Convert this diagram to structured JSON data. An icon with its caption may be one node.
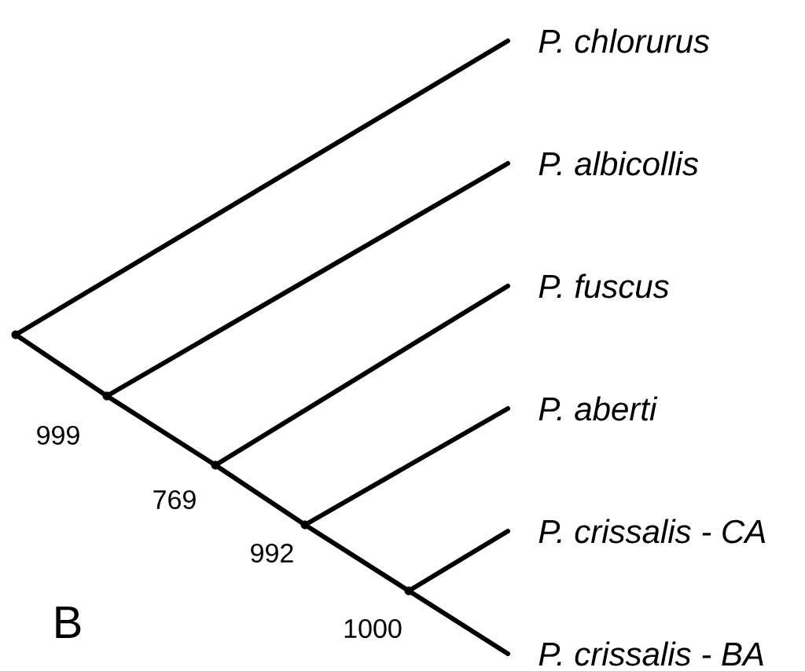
{
  "diagram": {
    "nodes": [
      {
        "text": [
          "P. chlorurus"
        ]
      },
      {
        "text": [
          "P. albicollis"
        ]
      },
      {
        "text": [
          "P. fuscus"
        ]
      },
      {
        "text": [
          "P. aberti"
        ]
      },
      {
        "text": [
          "P. crissalis - CA"
        ]
      },
      {
        "text": [
          "P. crissalis - BA"
        ]
      },
      {
        "text": [],
        "shape": "point"
      },
      {
        "text": [],
        "shape": "point",
        "beside": [
          "999"
        ]
      },
      {
        "text": [],
        "shape": "point",
        "beside": [
          "769"
        ]
      },
      {
        "text": [],
        "shape": "point",
        "beside": [
          "992"
        ]
      },
      {
        "text": [],
        "shape": "point",
        "beside": [
          "1000"
        ]
      }
    ],
    "edges": [
      {
        "from": 6,
        "to": 0,
        "arrow": "none"
      },
      {
        "from": 6,
        "to": 7,
        "arrow": "none"
      },
      {
        "from": 7,
        "to": 1,
        "arrow": "none"
      },
      {
        "from": 7,
        "to": 8,
        "arrow": "none"
      },
      {
        "from": 8,
        "to": 2,
        "arrow": "none"
      },
      {
        "from": 8,
        "to": 9,
        "arrow": "none"
      },
      {
        "from": 9,
        "to": 3,
        "arrow": "none"
      },
      {
        "from": 9,
        "to": 10,
        "arrow": "none"
      },
      {
        "from": 10,
        "to": 4,
        "arrow": "none"
      },
      {
        "from": 10,
        "to": 5,
        "arrow": "none"
      }
    ],
    "labels": [
      "B"
    ]
  }
}
